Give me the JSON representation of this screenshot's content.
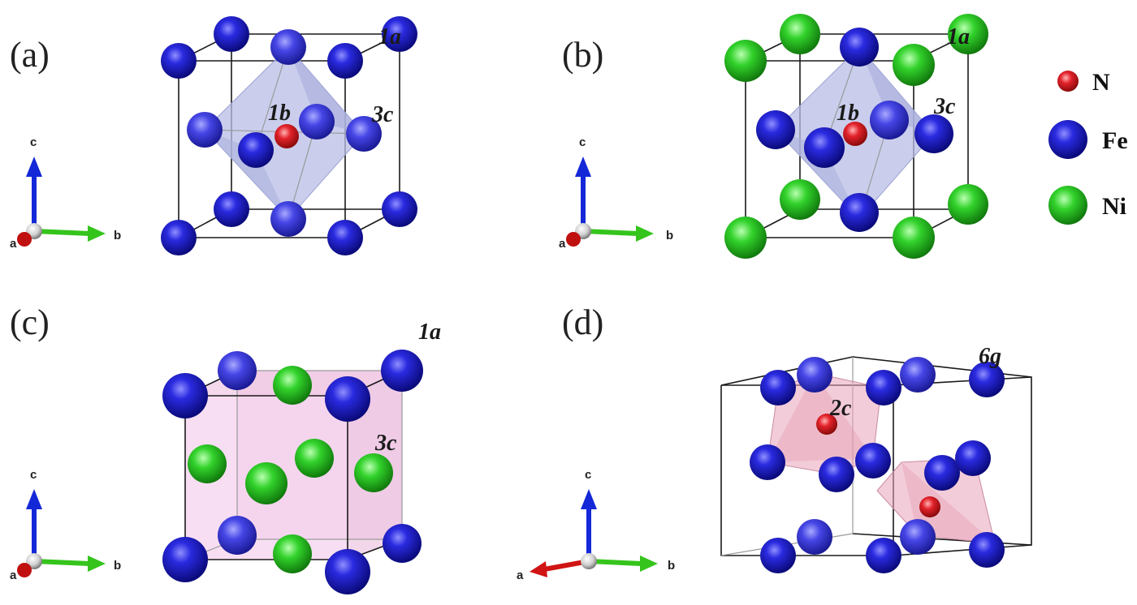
{
  "figure": {
    "panels": [
      {
        "label": "(a)",
        "sites": [
          "1a",
          "1b",
          "3c"
        ]
      },
      {
        "label": "(b)",
        "sites": [
          "1a",
          "1b",
          "3c"
        ]
      },
      {
        "label": "(c)",
        "sites": [
          "1a",
          "3c"
        ]
      },
      {
        "label": "(d)",
        "sites": [
          "6g",
          "2c"
        ]
      }
    ],
    "axes": {
      "c": "c",
      "b": "b",
      "a": "a"
    },
    "legend": [
      {
        "element": "N",
        "color": "#e3222b"
      },
      {
        "element": "Fe",
        "color": "#1c1cc8"
      },
      {
        "element": "Ni",
        "color": "#22c41e"
      }
    ],
    "colors": {
      "fe": "#1c1cc8",
      "ni": "#22c41e",
      "n": "#e3222b",
      "octa_blue": "#b8bde6",
      "pink": "#f2c8e6",
      "octa_pink": "#eaa3b9",
      "axis_c": "#1428d8",
      "axis_b": "#35c41c",
      "axis_a": "#d01414"
    }
  }
}
